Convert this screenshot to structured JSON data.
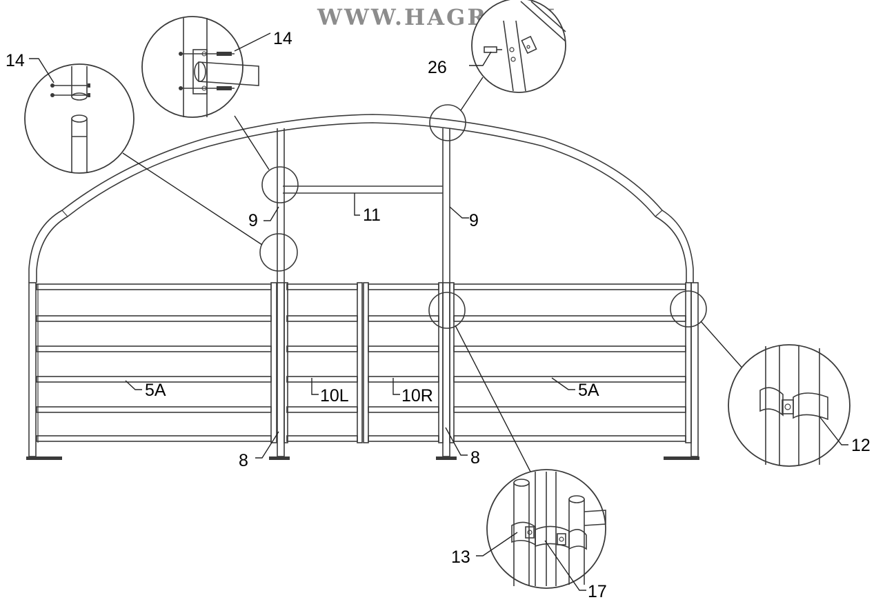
{
  "watermark": "WWW.HAGRO.SK",
  "colors": {
    "line": "#3a3a3a",
    "label": "#000000",
    "watermark": "#8c8c8c",
    "background": "#ffffff"
  },
  "labels": {
    "part_14_left": "14",
    "part_14_top": "14",
    "part_26": "26",
    "part_11": "11",
    "part_9_left": "9",
    "part_9_right": "9",
    "part_5A_left": "5A",
    "part_5A_right": "5A",
    "part_10L": "10L",
    "part_10R": "10R",
    "part_8_left": "8",
    "part_8_right": "8",
    "part_12": "12",
    "part_13": "13",
    "part_17": "17"
  }
}
